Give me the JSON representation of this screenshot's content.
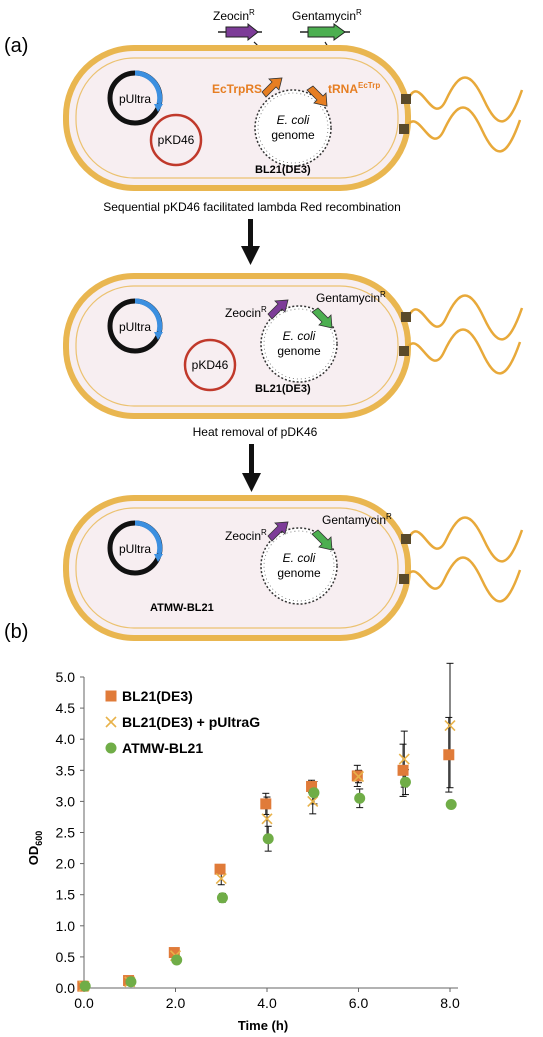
{
  "panel_a": {
    "label": "(a)",
    "cell1": {
      "pultra": "pUltra",
      "pkd46": "pKD46",
      "ectrprs": "EcTrpRS",
      "trna_main": "tRNA",
      "trna_sup": "EcTrp",
      "genome_line1": "E. coli",
      "genome_line2": "genome",
      "strain": "BL21(DE3)",
      "zeocin_main": "Zeocin",
      "zeocin_sup": "R",
      "gent_main": "Gentamycin",
      "gent_sup": "R"
    },
    "step1": "Sequential pKD46 facilitated lambda Red recombination",
    "cell2": {
      "pultra": "pUltra",
      "pkd46": "pKD46",
      "genome_line1": "E. coli",
      "genome_line2": "genome",
      "strain": "BL21(DE3)",
      "zeocin_main": "Zeocin",
      "zeocin_sup": "R",
      "gent_main": "Gentamycin",
      "gent_sup": "R"
    },
    "step2": "Heat removal of pDK46",
    "cell3": {
      "pultra": "pUltra",
      "genome_line1": "E. coli",
      "genome_line2": "genome",
      "strain": "ATMW-BL21",
      "zeocin_main": "Zeocin",
      "zeocin_sup": "R",
      "gent_main": "Gentamycin",
      "gent_sup": "R"
    },
    "colors": {
      "cell_fill": "#f7eef1",
      "cell_border": "#e9b650",
      "pkd46_ring": "#c0392b",
      "pultra_arc": "#3b8fe0",
      "ectrprs": "#e67e22",
      "zeocin": "#7d3c98",
      "gentamycin": "#4caf50"
    }
  },
  "panel_b": {
    "label": "(b)",
    "chart_data": {
      "type": "scatter",
      "xlabel": "Time (h)",
      "ylabel_main": "OD",
      "ylabel_sub": "600",
      "xlim": [
        0,
        8
      ],
      "ylim": [
        0,
        5
      ],
      "x_ticks": [
        "0.0",
        "2.0",
        "4.0",
        "6.0",
        "8.0"
      ],
      "y_ticks": [
        "0.0",
        "0.5",
        "1.0",
        "1.5",
        "2.0",
        "2.5",
        "3.0",
        "3.5",
        "4.0",
        "4.5",
        "5.0"
      ],
      "legend_position": "top-left",
      "series": [
        {
          "name": "BL21(DE3)",
          "marker": "square",
          "color": "#e07b39",
          "x": [
            0,
            1,
            2,
            3,
            4,
            5,
            6,
            7,
            8
          ],
          "y": [
            0.03,
            0.12,
            0.57,
            1.91,
            2.96,
            3.24,
            3.41,
            3.5,
            3.75
          ],
          "err": [
            0,
            0,
            0,
            0.05,
            0.17,
            0.1,
            0.17,
            0.42,
            0.6
          ]
        },
        {
          "name": "BL21(DE3) + pUltraG",
          "marker": "x",
          "color": "#e8b24a",
          "x": [
            0,
            1,
            2,
            3,
            4,
            5,
            6,
            7,
            8
          ],
          "y": [
            0.03,
            0.1,
            0.52,
            1.76,
            2.72,
            3.0,
            3.4,
            3.68,
            4.22
          ],
          "err": [
            0,
            0,
            0,
            0.1,
            0.35,
            0.2,
            0.1,
            0.45,
            1.0
          ]
        },
        {
          "name": "ATMW-BL21",
          "marker": "circle",
          "color": "#70ad47",
          "x": [
            0,
            1,
            2,
            3,
            4,
            5,
            6,
            7,
            8
          ],
          "y": [
            0.03,
            0.1,
            0.45,
            1.45,
            2.4,
            3.14,
            3.05,
            3.31,
            2.95
          ],
          "err": [
            0,
            0,
            0.03,
            0.07,
            0.2,
            0.18,
            0.15,
            0.2,
            0.03
          ]
        }
      ]
    }
  }
}
